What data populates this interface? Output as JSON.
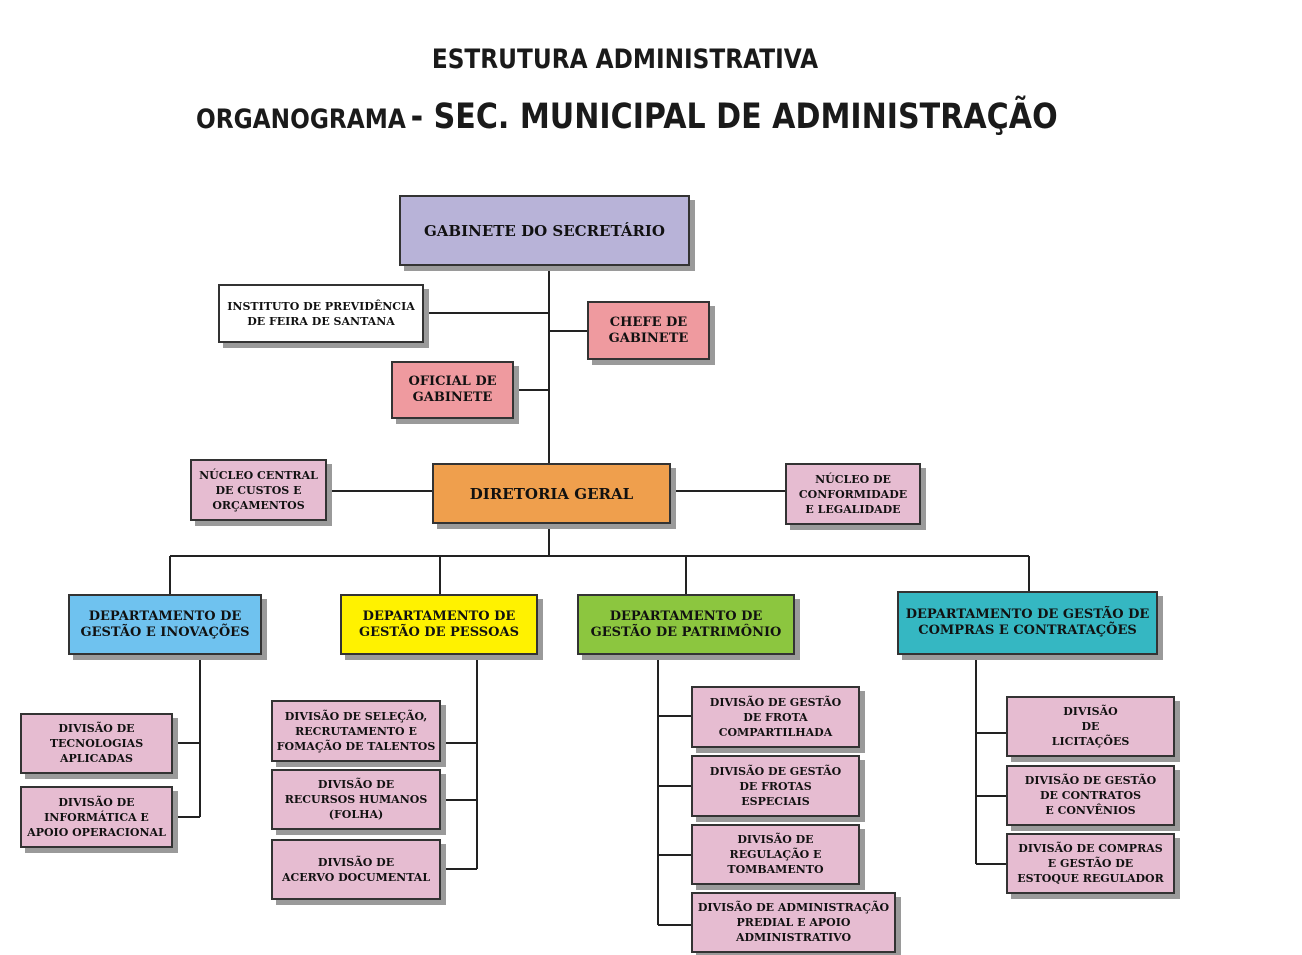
{
  "header": {
    "line1": "ESTRUTURA ADMINISTRATIVA",
    "line2_prefix": "ORGANOGRAMA",
    "line2_main": "- SEC. MUNICIPAL DE ADMINISTRAÇÃO"
  },
  "colors": {
    "secretario": "#b8b3d8",
    "instituto": "#ffffff",
    "gabinete": "#ef9a9f",
    "diretoria": "#ef9f4d",
    "nucleo": "#e6bcd1",
    "dept_gestao_inovacoes": "#6fc2ef",
    "dept_pessoas": "#fff200",
    "dept_patrimonio": "#8cc63f",
    "dept_compras": "#35b7c2",
    "divisao": "#e6bcd1",
    "line": "#222222"
  },
  "top": {
    "secretario": "GABINETE DO SECRETÁRIO",
    "instituto": "INSTITUTO DE PREVIDÊNCIA\nDE FEIRA DE SANTANA",
    "chefe": "CHEFE DE\nGABINETE",
    "oficial": "OFICIAL DE\nGABINETE",
    "diretoria": "DIRETORIA GERAL",
    "nucleo_custos": "NÚCLEO CENTRAL\nDE CUSTOS E\nORÇAMENTOS",
    "nucleo_conformidade": "NÚCLEO DE\nCONFORMIDADE\nE LEGALIDADE"
  },
  "departments": [
    {
      "name": "DEPARTAMENTO DE\nGESTÃO  E INOVAÇÕES",
      "divisions": [
        "DIVISÃO DE\nTECNOLOGIAS\nAPLICADAS",
        "DIVISÃO DE\nINFORMÁTICA E\nAPOIO OPERACIONAL"
      ]
    },
    {
      "name": "DEPARTAMENTO DE\nGESTÃO DE PESSOAS",
      "divisions": [
        "DIVISÃO DE SELEÇÃO,\nRECRUTAMENTO E\nFOMAÇÃO DE TALENTOS",
        "DIVISÃO DE\nRECURSOS HUMANOS\n(FOLHA)",
        "DIVISÃO DE\nACERVO DOCUMENTAL"
      ]
    },
    {
      "name": "DEPARTAMENTO DE\nGESTÃO DE PATRIMÔNIO",
      "divisions": [
        "DIVISÃO DE GESTÃO\nDE FROTA\nCOMPARTILHADA",
        "DIVISÃO DE GESTÃO\nDE FROTAS\nESPECIAIS",
        "DIVISÃO DE\nREGULAÇÃO E\nTOMBAMENTO",
        "DIVISÃO DE ADMINISTRAÇÃO\nPREDIAL E APOIO\nADMINISTRATIVO"
      ]
    },
    {
      "name": "DEPARTAMENTO DE GESTÃO DE\nCOMPRAS E CONTRATAÇÕES",
      "divisions": [
        "DIVISÃO\nDE\nLICITAÇÕES",
        "DIVISÃO DE GESTÃO\nDE CONTRATOS\nE CONVÊNIOS",
        "DIVISÃO DE COMPRAS\nE GESTÃO DE\nESTOQUE REGULADOR"
      ]
    }
  ]
}
